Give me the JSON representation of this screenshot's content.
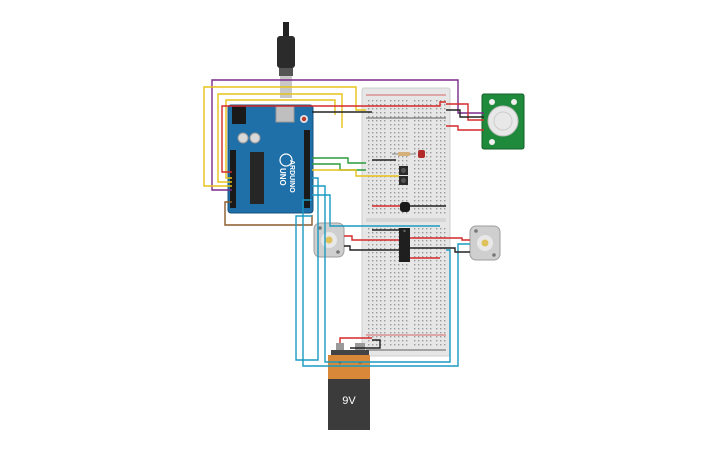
{
  "canvas": {
    "background": "#ffffff"
  },
  "battery": {
    "label": "9V",
    "terminal_plus": "+",
    "terminal_minus": "−",
    "body_color": "#3b3b3b",
    "cap_color": "#d9883a"
  },
  "arduino": {
    "logo_text": "UNO",
    "brand_text": "ARDUINO",
    "board_color": "#1f6fa8"
  },
  "pir_sensor": {
    "board_color": "#1f8a3b",
    "dome_color": "#e8e8e8"
  },
  "motors": {
    "count": 2,
    "body_color": "#cfcfcf",
    "shaft_color": "#e0c25a"
  },
  "breadboard": {
    "color": "#e6e6e6",
    "rail_red": "#d23b3b",
    "rail_black": "#333333"
  },
  "wire_colors": {
    "purple": "#7a2a8a",
    "yellow": "#e6c21a",
    "red": "#d22a2a",
    "black": "#222222",
    "blue": "#1a9ac0",
    "brown": "#8a5a2a",
    "green": "#2a9a3a"
  }
}
